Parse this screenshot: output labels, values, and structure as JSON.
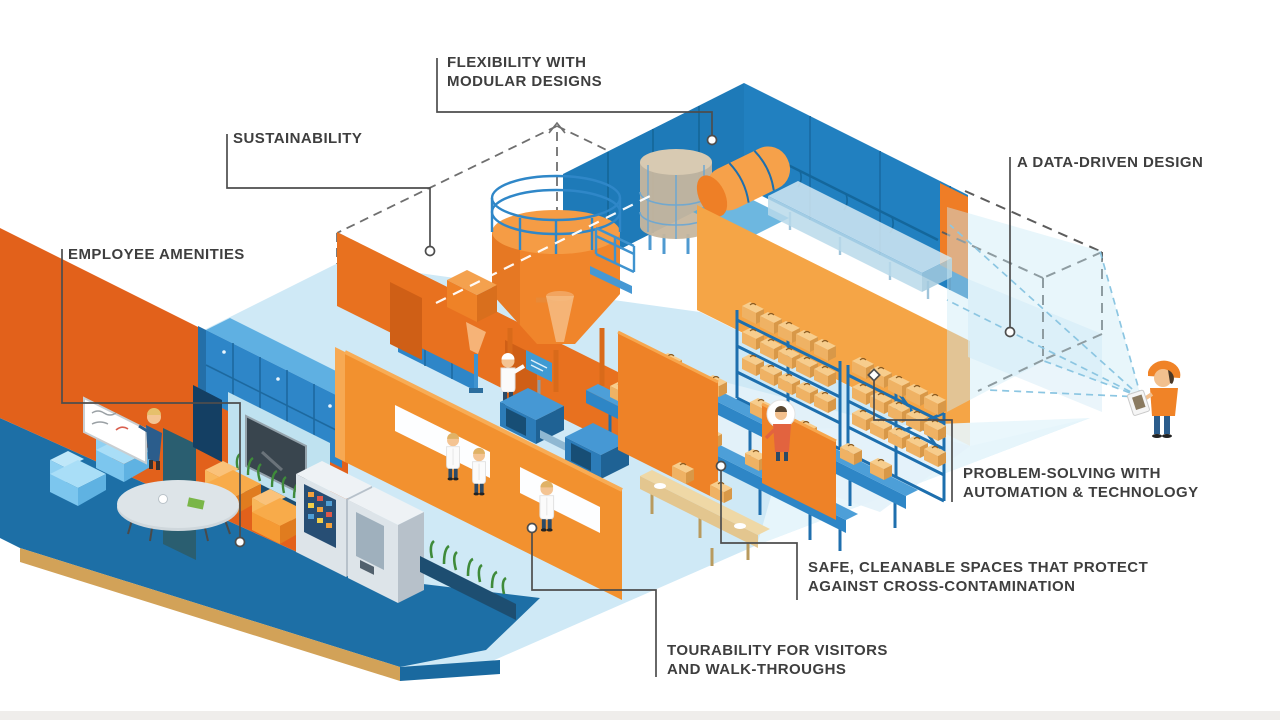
{
  "callouts": {
    "flexibility": {
      "line1": "FLEXIBILITY WITH",
      "line2": "MODULAR DESIGNS"
    },
    "sustainability": {
      "line1": "SUSTAINABILITY",
      "line2": ""
    },
    "employee_amenities": {
      "line1": "EMPLOYEE AMENITIES",
      "line2": ""
    },
    "data_driven": {
      "line1": "A DATA-DRIVEN DESIGN",
      "line2": ""
    },
    "problem_solving": {
      "line1": "PROBLEM-SOLVING WITH",
      "line2": "AUTOMATION & TECHNOLOGY"
    },
    "safe_cleanable": {
      "line1": "SAFE, CLEANABLE SPACES THAT PROTECT",
      "line2": "AGAINST CROSS-CONTAMINATION"
    },
    "tourability": {
      "line1": "TOURABILITY FOR VISITORS",
      "line2": "AND WALK-THROUGHS"
    }
  },
  "colors": {
    "label_text": "#3e3e3e",
    "connector_line": "#4d4d4d",
    "ghost_dash": "#5c5c5c",
    "wall_blue": "#1e7ab8",
    "wall_orange_dark": "#e2611b",
    "wall_orange": "#ee8227",
    "wall_orange_light": "#f5a546",
    "floor_ice": "#cfe9f6",
    "floor_navy": "#1d6fa6",
    "base_tan": "#d2a258",
    "package_tan": "#efb264",
    "rack_blue": "#1d6fae",
    "cone_blue": "#8cc6e2"
  }
}
